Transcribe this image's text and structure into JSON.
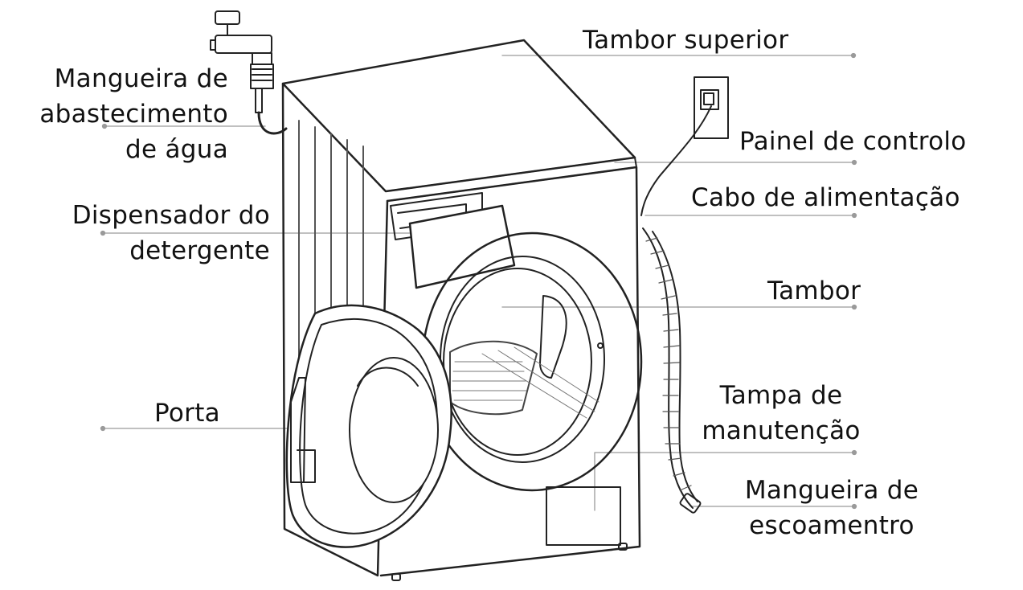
{
  "labels": {
    "supply_hose": [
      "Mangueira de",
      "abastecimento",
      "de água"
    ],
    "detergent_dispenser": [
      "Dispensador do",
      "detergente"
    ],
    "door": "Porta",
    "top_drum": "Tambor superior",
    "control_panel": "Painel de controlo",
    "power_cable": "Cabo de alimentação",
    "drum": "Tambor",
    "service_cover": [
      "Tampa de",
      "manutenção"
    ],
    "drain_hose": [
      "Mangueira de",
      "escoamentro"
    ]
  },
  "colors": {
    "line": "#222222",
    "leader": "#9a9a9a",
    "text": "#111111"
  }
}
